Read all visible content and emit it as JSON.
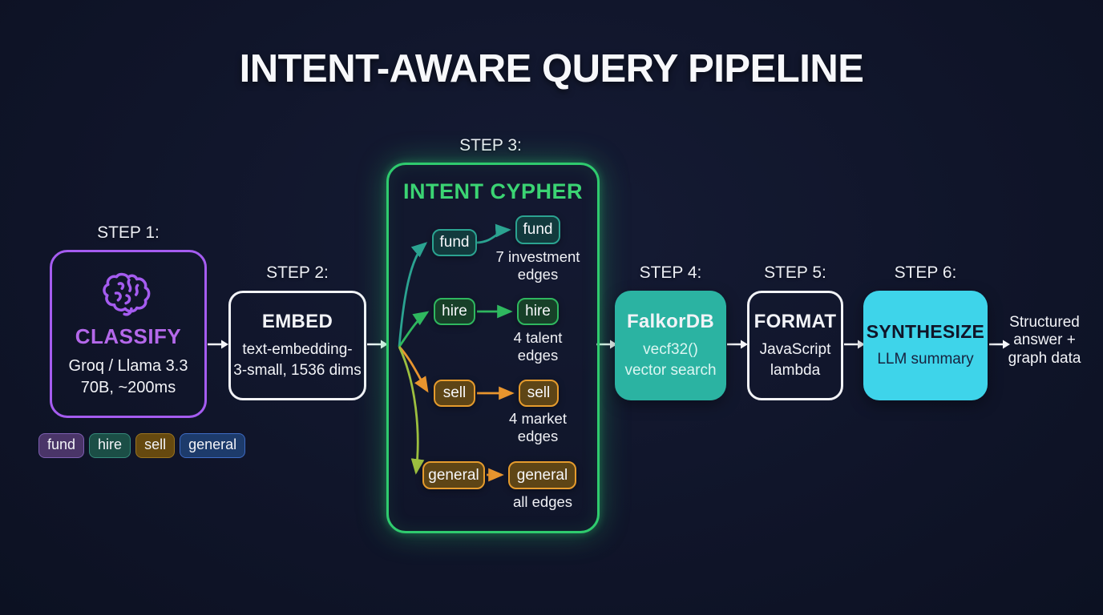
{
  "title": "INTENT-AWARE QUERY PIPELINE",
  "steps": {
    "s1": {
      "label": "STEP 1:",
      "title": "CLASSIFY",
      "detail": "Groq / Llama 3.3\n70B, ~200ms"
    },
    "s2": {
      "label": "STEP 2:",
      "title": "EMBED",
      "detail": "text-embedding-\n3-small, 1536 dims"
    },
    "s3": {
      "label": "STEP 3:",
      "title": "INTENT CYPHER"
    },
    "s4": {
      "label": "STEP 4:",
      "title": "FalkorDB",
      "detail": "vecf32()\nvector search"
    },
    "s5": {
      "label": "STEP 5:",
      "title": "FORMAT",
      "detail": "JavaScript\nlambda"
    },
    "s6": {
      "label": "STEP 6:",
      "title": "SYNTHESIZE",
      "detail": "LLM summary"
    }
  },
  "classify_tags": [
    "fund",
    "hire",
    "sell",
    "general"
  ],
  "intent_rows": {
    "fund": {
      "source": "fund",
      "target": "fund",
      "edge_label": "7 investment\nedges"
    },
    "hire": {
      "source": "hire",
      "target": "hire",
      "edge_label": "4 talent\nedges"
    },
    "sell": {
      "source": "sell",
      "target": "sell",
      "edge_label": "4 market\nedges"
    },
    "general": {
      "source": "general",
      "target": "general",
      "edge_label": "all edges"
    }
  },
  "output_text": "Structured\nanswer +\ngraph data",
  "icons": {
    "brain": "brain-icon"
  },
  "colors": {
    "background": "#10152a",
    "purple": "#a55cf0",
    "green": "#2fcb6e",
    "teal_fill": "#2bb3a2",
    "cyan_fill": "#3ed4ea",
    "orange": "#e8952e",
    "yellow_green": "#9cbf3f",
    "white": "#f2f3f7"
  }
}
